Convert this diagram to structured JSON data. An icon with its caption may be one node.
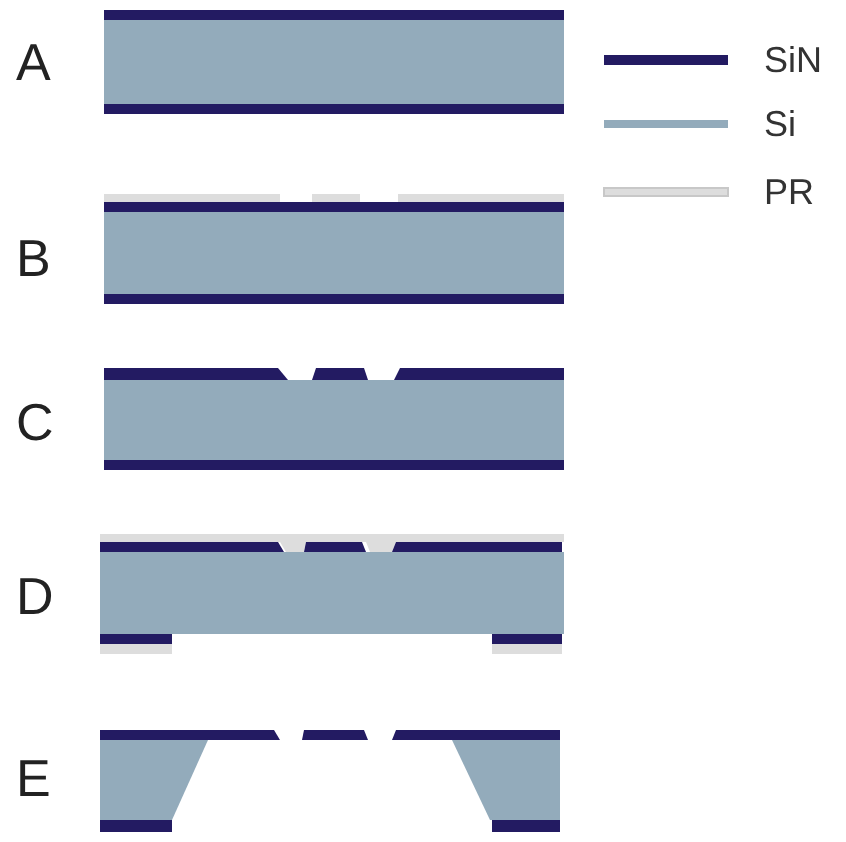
{
  "diagram": {
    "labels": [
      "A",
      "B",
      "C",
      "D",
      "E"
    ],
    "legend": [
      {
        "text": "SiN",
        "color": "#231b62"
      },
      {
        "text": "Si",
        "color": "#93abbb"
      },
      {
        "text": "PR",
        "color": "#dddddd"
      }
    ]
  }
}
